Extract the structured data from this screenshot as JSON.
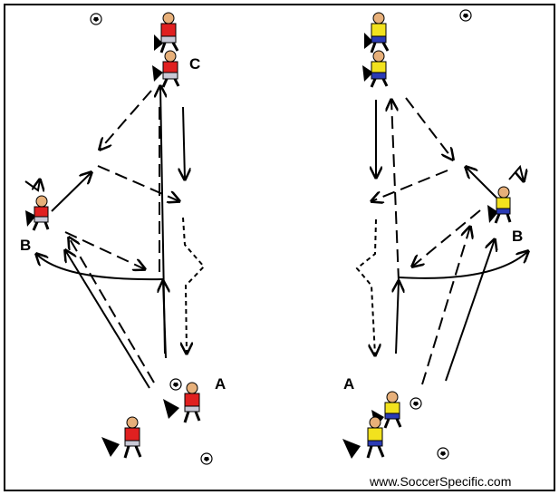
{
  "labels": {
    "red_a": "A",
    "red_b": "B",
    "red_c": "C",
    "yellow_a": "A",
    "yellow_b": "B"
  },
  "footer": "www.SoccerSpecific.com",
  "colors": {
    "team_left": "#e02020",
    "team_right": "#f2e21e",
    "shorts": "#c9c9d6",
    "line": "#000000",
    "background": "#ffffff"
  }
}
